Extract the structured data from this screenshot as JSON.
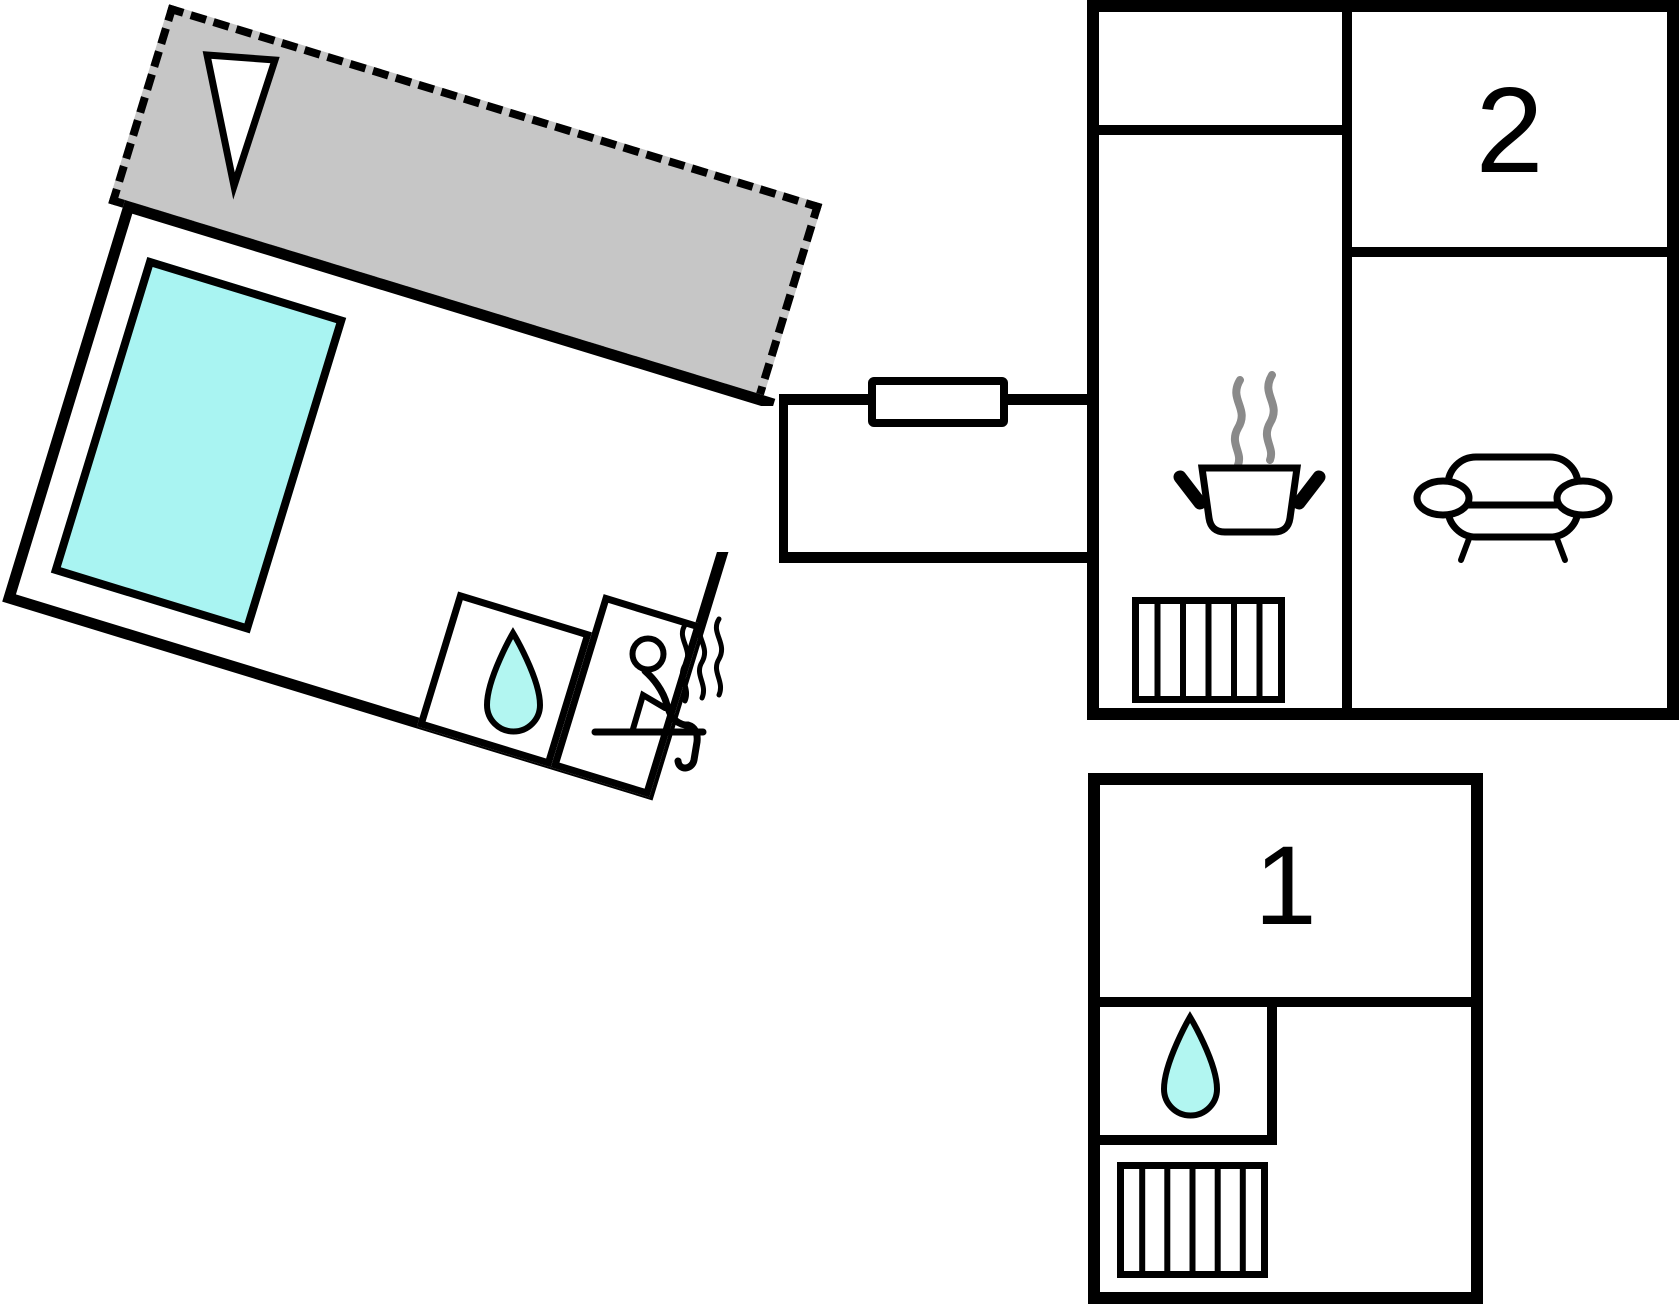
{
  "plan_type": "vacation-home-floor-plan",
  "labels": {
    "apartment_2": "2",
    "apartment_1": "1"
  },
  "colors": {
    "wall": "#000000",
    "background": "#FFFFFF",
    "pool_fill": "#A9F4F2",
    "water_drop_fill": "#B2F6F1",
    "terrace_fill": "#C6C6C6",
    "kitchen_steam": "#8A8A8A",
    "sauna_steam": "#000000"
  },
  "annex": {
    "terrace": {
      "outline": "dashed",
      "fill": "gray"
    },
    "north_arrow": "north-arrow-icon",
    "rooms": [
      {
        "name": "pool-room",
        "icon": "swimming-pool"
      },
      {
        "name": "bathroom",
        "icon": "water-drop-icon"
      },
      {
        "name": "sauna",
        "icon": "sauna-person-icon"
      }
    ]
  },
  "corridor": {
    "feature": "window-door-symbol"
  },
  "apartment_2": {
    "label": "2",
    "rooms": [
      {
        "name": "storage-room",
        "icon": ""
      },
      {
        "name": "bedroom-2",
        "icon": ""
      },
      {
        "name": "kitchen",
        "icon": "cooking-pot-icon"
      },
      {
        "name": "living-room",
        "icon": "sofa-icon"
      },
      {
        "name": "stairs",
        "icon": "staircase-icon"
      }
    ]
  },
  "apartment_1": {
    "label": "1",
    "rooms": [
      {
        "name": "room-1",
        "icon": ""
      },
      {
        "name": "bathroom",
        "icon": "water-drop-icon"
      },
      {
        "name": "stairs",
        "icon": "staircase-icon"
      }
    ]
  }
}
